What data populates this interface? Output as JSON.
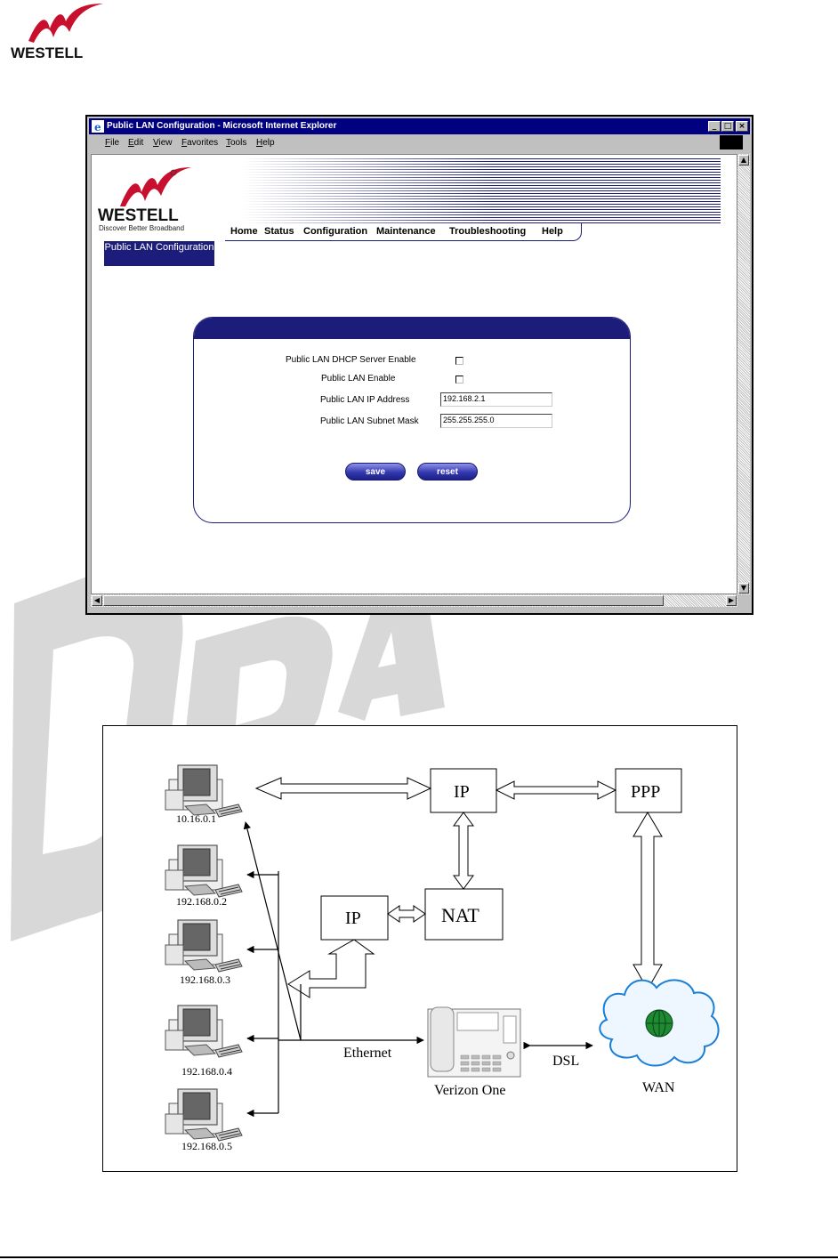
{
  "page": {
    "logo_text": "WESTELL"
  },
  "browser": {
    "title": "Public LAN Configuration - Microsoft Internet Explorer",
    "menu": [
      "File",
      "Edit",
      "View",
      "Favorites",
      "Tools",
      "Help"
    ],
    "buttons": {
      "minimize": "_",
      "maximize": "□",
      "close": "×"
    }
  },
  "router_page": {
    "brand": "WESTELL",
    "tagline": "Discover Better Broadband",
    "nav": [
      "Home",
      "Status",
      "Configuration",
      "Maintenance",
      "Troubleshooting",
      "Help"
    ],
    "section_label": "Public LAN Configuration",
    "form": {
      "dhcp_enable_label": "Public LAN DHCP Server Enable",
      "dhcp_enable_checked": false,
      "lan_enable_label": "Public LAN Enable",
      "lan_enable_checked": false,
      "ip_label": "Public LAN IP Address",
      "ip_value": "192.168.2.1",
      "mask_label": "Public LAN Subnet Mask",
      "mask_value": "255.255.255.0",
      "save_label": "save",
      "reset_label": "reset"
    }
  },
  "watermark": "DRAFT",
  "diagram": {
    "computers": [
      "10.16.0.1",
      "192.168.0.2",
      "192.168.0.3",
      "192.168.0.4",
      "192.168.0.5"
    ],
    "boxes": {
      "ip_top": "IP",
      "ppp": "PPP",
      "ip_mid": "IP",
      "nat": "NAT"
    },
    "ethernet_label": "Ethernet",
    "dsl_label": "DSL",
    "device_label": "Verizon One",
    "wan_label": "WAN"
  }
}
